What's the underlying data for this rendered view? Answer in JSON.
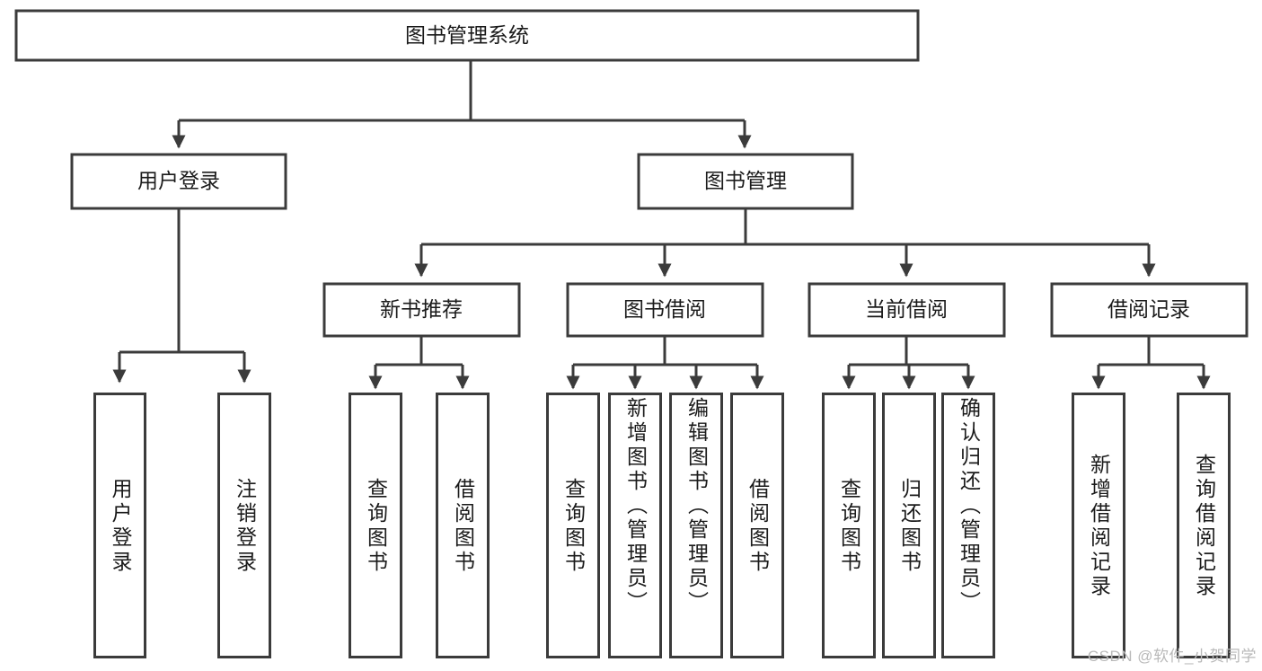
{
  "diagram": {
    "title": "图书管理系统",
    "type": "tree-diagram",
    "root": {
      "label": "图书管理系统"
    },
    "level2": [
      {
        "label": "用户登录"
      },
      {
        "label": "图书管理"
      }
    ],
    "level3": [
      {
        "label": "新书推荐"
      },
      {
        "label": "图书借阅"
      },
      {
        "label": "当前借阅"
      },
      {
        "label": "借阅记录"
      }
    ],
    "leaves": {
      "user_login": [
        {
          "label": "用户登录"
        },
        {
          "label": "注销登录"
        }
      ],
      "new_book_recommend": [
        {
          "label": "查询图书"
        },
        {
          "label": "借阅图书"
        }
      ],
      "book_borrow": [
        {
          "label": "查询图书"
        },
        {
          "label": "新增图书（管理员）"
        },
        {
          "label": "编辑图书（管理员）"
        },
        {
          "label": "借阅图书"
        }
      ],
      "current_borrow": [
        {
          "label": "查询图书"
        },
        {
          "label": "归还图书"
        },
        {
          "label": "确认归还（管理员）"
        }
      ],
      "borrow_record": [
        {
          "label": "新增借阅记录"
        },
        {
          "label": "查询借阅记录"
        }
      ]
    }
  },
  "watermark": {
    "text": "CSDN @软件_小贺同学"
  },
  "colors": {
    "stroke": "#3b3b3b",
    "fill": "#ffffff",
    "text": "#1b1b1b",
    "watermark": "#b9b9b9"
  }
}
